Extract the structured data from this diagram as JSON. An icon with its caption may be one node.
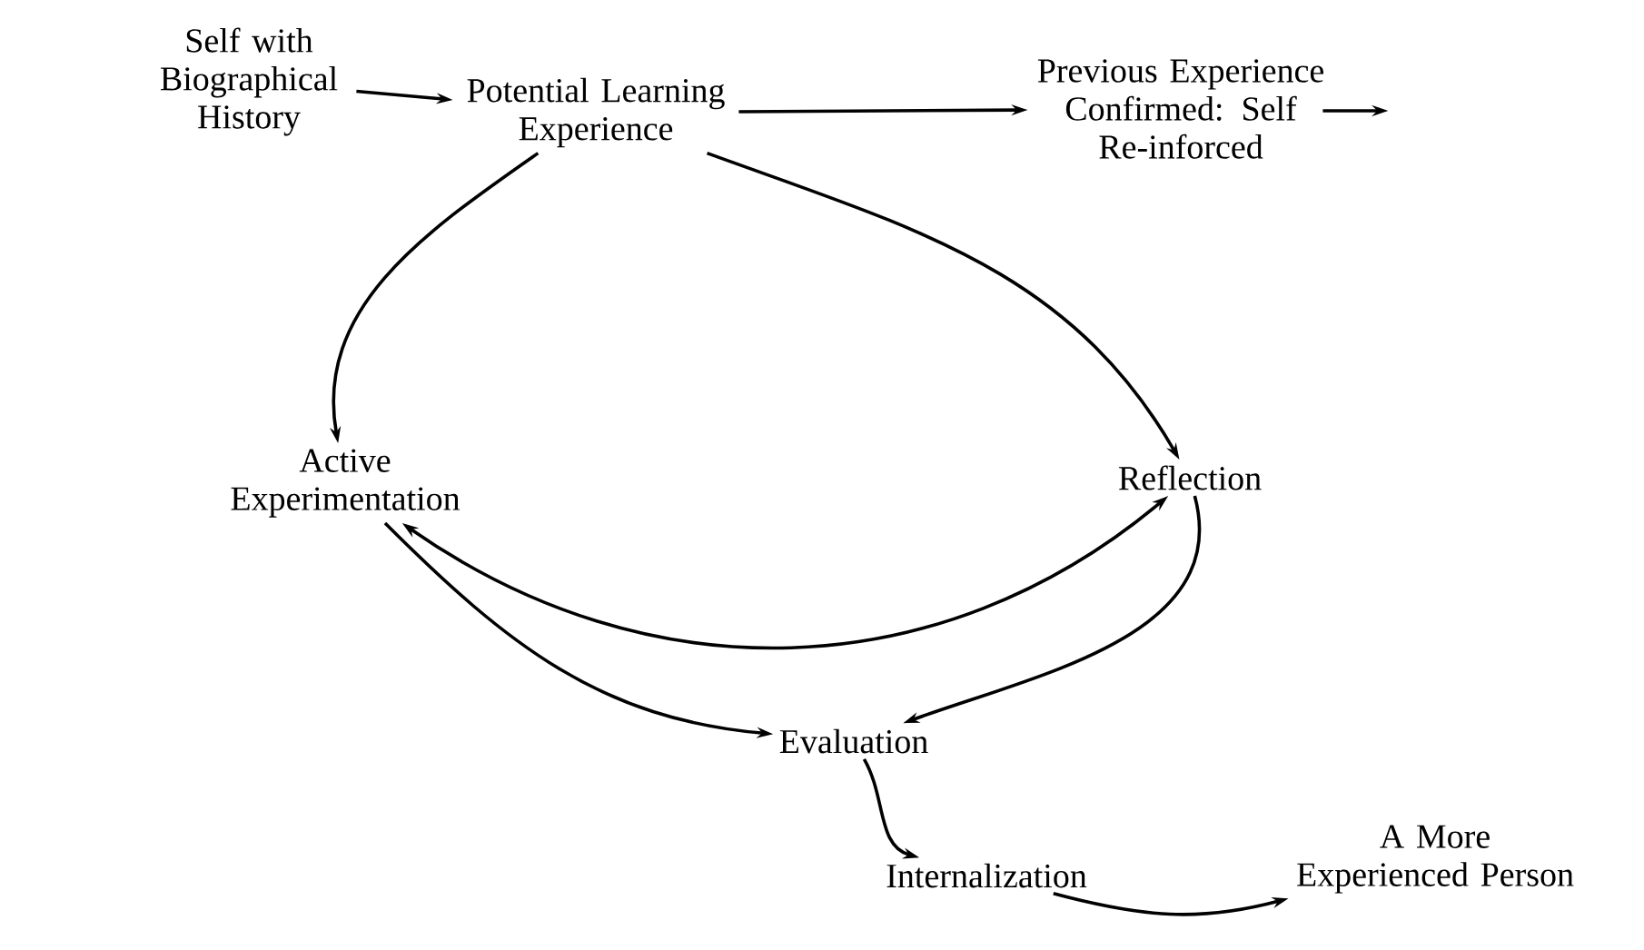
{
  "diagram": {
    "nodes": [
      {
        "text": [
          "Self with Biographical History"
        ]
      },
      {
        "text": [
          "Potential Learning Experience"
        ]
      },
      {
        "text": [
          "Previous Experience Confirmed: Self Re-inforced"
        ]
      },
      {
        "text": [
          "Active Experimentation"
        ]
      },
      {
        "text": [
          "Reflection"
        ]
      },
      {
        "text": [
          "Evaluation"
        ]
      },
      {
        "text": [
          "Internalization"
        ]
      },
      {
        "text": [
          "A More Experienced Person"
        ]
      }
    ],
    "edges": [
      {
        "from": 0,
        "to": 1,
        "arrow": "to"
      },
      {
        "from": 1,
        "to": 2,
        "arrow": "to"
      },
      {
        "from": 2,
        "to": null,
        "arrow": "to"
      },
      {
        "from": 1,
        "to": 3,
        "arrow": "to"
      },
      {
        "from": 1,
        "to": 4,
        "arrow": "to"
      },
      {
        "from": 3,
        "to": 4,
        "arrow": "both"
      },
      {
        "from": 3,
        "to": 5,
        "arrow": "to"
      },
      {
        "from": 4,
        "to": 5,
        "arrow": "to"
      },
      {
        "from": 5,
        "to": 6,
        "arrow": "to"
      },
      {
        "from": 6,
        "to": 7,
        "arrow": "to"
      }
    ]
  }
}
